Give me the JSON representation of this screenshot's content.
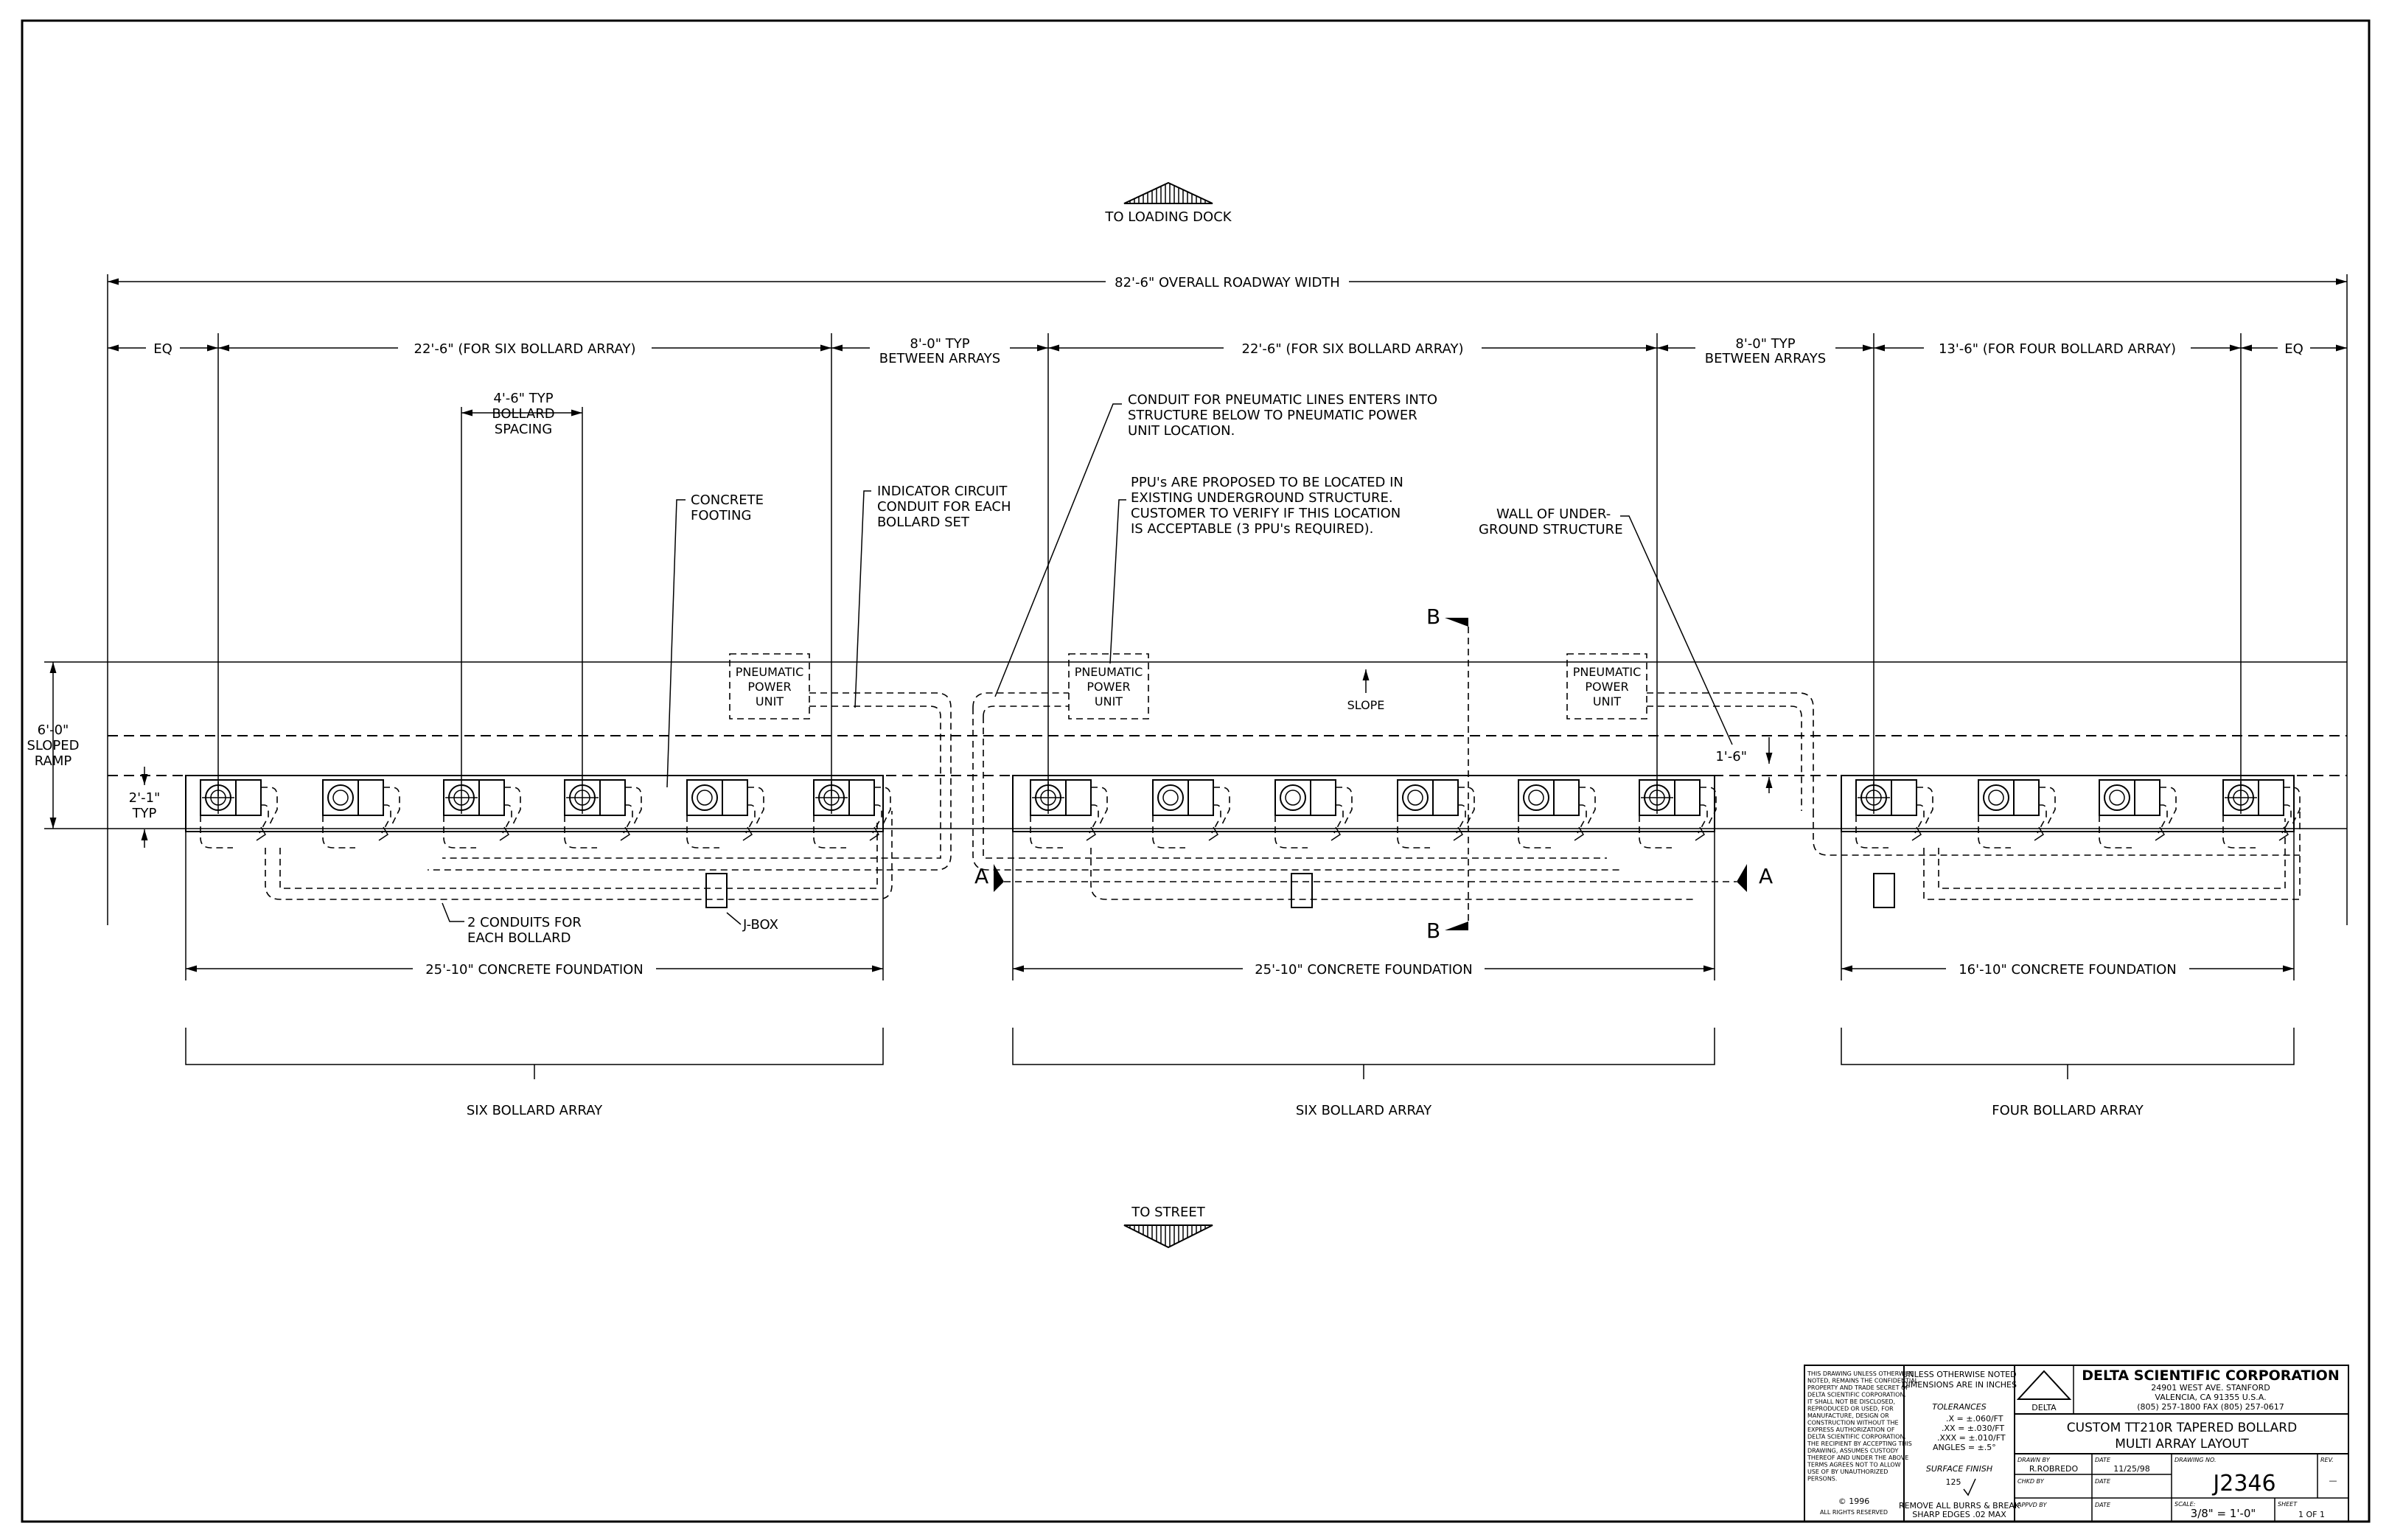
{
  "directions": {
    "top": "TO LOADING DOCK",
    "bottom": "TO STREET"
  },
  "dimensions": {
    "overall": "82'-6\" OVERALL ROADWAY WIDTH",
    "eq": "EQ",
    "six_array": "22'-6\" (FOR SIX BOLLARD ARRAY)",
    "four_array": "13'-6\" (FOR FOUR BOLLARD ARRAY)",
    "between_1": "8'-0\" TYP",
    "between_2": "BETWEEN ARRAYS",
    "spacing_1": "4'-6\" TYP",
    "spacing_2": "BOLLARD",
    "spacing_3": "SPACING",
    "ramp_1": "6'-0\"",
    "ramp_2": "SLOPED",
    "ramp_3": "RAMP",
    "typ_1": "2'-1\"",
    "typ_2": "TYP",
    "offset": "1'-6\"",
    "found_25": "25'-10\" CONCRETE FOUNDATION",
    "found_16": "16'-10\" CONCRETE FOUNDATION"
  },
  "notes": {
    "footing_1": "CONCRETE",
    "footing_2": "FOOTING",
    "indicator_1": "INDICATOR CIRCUIT",
    "indicator_2": "CONDUIT FOR EACH",
    "indicator_3": "BOLLARD SET",
    "conduit_1": "CONDUIT FOR PNEUMATIC LINES ENTERS INTO",
    "conduit_2": "STRUCTURE BELOW TO PNEUMATIC POWER",
    "conduit_3": "UNIT LOCATION.",
    "ppu_1": "PPU's ARE PROPOSED TO BE LOCATED IN",
    "ppu_2": "EXISTING UNDERGROUND STRUCTURE.",
    "ppu_3": "CUSTOMER TO VERIFY IF THIS LOCATION",
    "ppu_4": "IS ACCEPTABLE (3 PPU's REQUIRED).",
    "wall_1": "WALL OF UNDER-",
    "wall_2": "GROUND STRUCTURE",
    "slope": "SLOPE",
    "ppu_box_1": "PNEUMATIC",
    "ppu_box_2": "POWER",
    "ppu_box_3": "UNIT",
    "conduits_1": "2 CONDUITS FOR",
    "conduits_2": "EACH BOLLARD",
    "jbox": "J-BOX",
    "section_a": "A",
    "section_b": "B"
  },
  "arrays": {
    "six": "SIX BOLLARD ARRAY",
    "four": "FOUR BOLLARD ARRAY"
  },
  "title_block": {
    "company": "DELTA SCIENTIFIC CORPORATION",
    "address_1": "24901 WEST AVE. STANFORD",
    "address_2": "VALENCIA, CA 91355 U.S.A.",
    "phone": "(805) 257-1800 FAX (805) 257-0617",
    "logo": "DELTA",
    "title_1": "CUSTOM TT210R TAPERED BOLLARD",
    "title_2": "MULTI ARRAY LAYOUT",
    "notice_lines": [
      "THIS DRAWING UNLESS OTHERWISE",
      "NOTED, REMAINS THE CONFIDENTIAL",
      "PROPERTY AND TRADE SECRET OF",
      "DELTA SCIENTIFIC CORPORATION.",
      "IT SHALL NOT BE DISCLOSED,",
      "REPRODUCED OR USED, FOR",
      "MANUFACTURE, DESIGN OR",
      "CONSTRUCTION WITHOUT THE",
      "EXPRESS AUTHORIZATION OF",
      "DELTA SCIENTIFIC CORPORATION.",
      "THE RECIPIENT BY ACCEPTING THIS",
      "DRAWING, ASSUMES CUSTODY",
      "THEREOF AND UNDER THE ABOVE",
      "TERMS AGREES NOT TO ALLOW",
      "USE OF BY UNAUTHORIZED",
      "PERSONS."
    ],
    "copyright_1": "© 1996",
    "copyright_2": "ALL RIGHTS RESERVED",
    "unless_1": "UNLESS OTHERWISE NOTED",
    "unless_2": "DIMENSIONS ARE IN INCHES",
    "tolerances": "TOLERANCES",
    "tol_1": ".X  = ±.060/FT",
    "tol_2": ".XX  = ±.030/FT",
    "tol_3": ".XXX  = ±.010/FT",
    "tol_4": "ANGLES = ±.5°",
    "surface": "SURFACE FINISH",
    "surface_val": "125",
    "remove_1": "REMOVE ALL BURRS & BREAK",
    "remove_2": "SHARP EDGES .02 MAX",
    "drawn_by_label": "DRAWN BY",
    "drawn_by": "R.ROBREDO",
    "date_label": "DATE",
    "date": "11/25/98",
    "chkd_label": "CHKD BY",
    "apvd_label": "APPVD BY",
    "drawing_no_label": "DRAWING NO.",
    "drawing_no": "J2346",
    "rev_label": "REV.",
    "rev": "—",
    "scale_label": "SCALE:",
    "scale": "3/8\" = 1'-0\"",
    "sheet_label": "SHEET",
    "sheet": "1 OF 1"
  }
}
